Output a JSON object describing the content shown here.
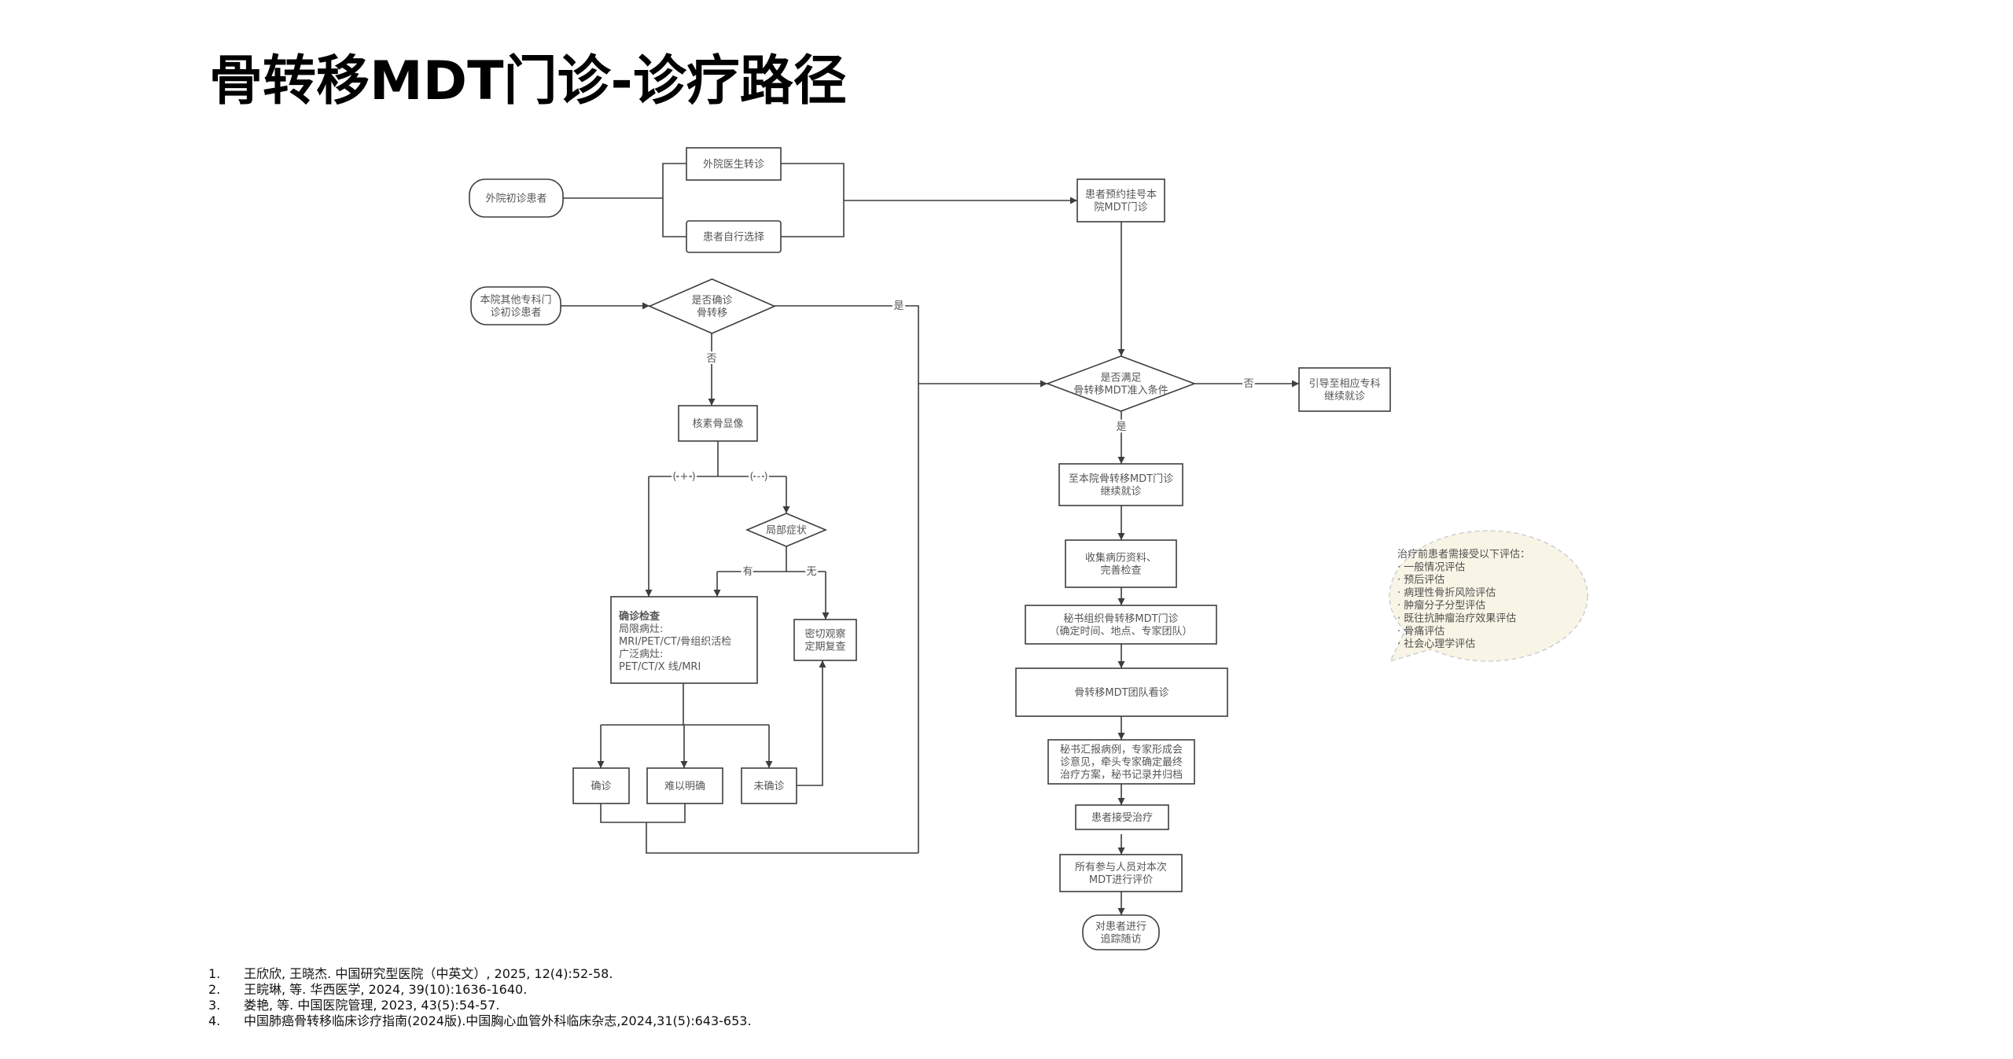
{
  "page": {
    "title": "骨转移MDT门诊-诊疗路径"
  },
  "colors": {
    "stroke": "#3d3d3d",
    "node_text": "#555555",
    "callout_fill": "#f8f5e6",
    "callout_border": "#c8c8c8",
    "title": "#000000"
  },
  "flowchart": {
    "nodes": {
      "external_patient": {
        "lines": [
          "外院初诊患者"
        ]
      },
      "external_referral": {
        "lines": [
          "外院医生转诊"
        ]
      },
      "self_choice": {
        "lines": [
          "患者自行选择"
        ]
      },
      "book_mdt": {
        "lines": [
          "患者预约挂号本",
          "院MDT门诊"
        ]
      },
      "internal_patient": {
        "lines": [
          "本院其他专科门",
          "诊初诊患者"
        ]
      },
      "confirm_bone_met": {
        "lines": [
          "是否确诊",
          "骨转移"
        ]
      },
      "bone_scan": {
        "lines": [
          "核素骨显像"
        ]
      },
      "local_symptoms": {
        "lines": [
          "局部症状"
        ]
      },
      "diagnostic_exam": {
        "lines": [
          "确诊检查",
          "局限病灶:",
          "MRI/PET/CT/骨组织活检",
          "广泛病灶:",
          "PET/CT/X 线/MRI"
        ]
      },
      "close_observation": {
        "lines": [
          "密切观察",
          "定期复查"
        ]
      },
      "confirmed": {
        "lines": [
          "确诊"
        ]
      },
      "uncertain": {
        "lines": [
          "难以明确"
        ]
      },
      "not_confirmed": {
        "lines": [
          "未确诊"
        ]
      },
      "meet_criteria": {
        "lines": [
          "是否满足",
          "骨转移MDT准入条件"
        ]
      },
      "refer_specialty": {
        "lines": [
          "引导至相应专科",
          "继续就诊"
        ]
      },
      "continue_mdt": {
        "lines": [
          "至本院骨转移MDT门诊",
          "继续就诊"
        ]
      },
      "collect_records": {
        "lines": [
          "收集病历资料、",
          "完善检查"
        ]
      },
      "secretary_organize": {
        "lines": [
          "秘书组织骨转移MDT门诊",
          "（确定时间、地点、专家团队）"
        ]
      },
      "team_consult": {
        "lines": [
          "骨转移MDT团队看诊"
        ]
      },
      "case_report": {
        "lines": [
          "秘书汇报病例，专家形成会",
          "诊意见，牵头专家确定最终",
          "治疗方案，秘书记录并归档"
        ]
      },
      "receive_treatment": {
        "lines": [
          "患者接受治疗"
        ]
      },
      "evaluate_mdt": {
        "lines": [
          "所有参与人员对本次",
          "MDT进行评价"
        ]
      },
      "follow_up": {
        "lines": [
          "对患者进行",
          "追踪随访"
        ]
      }
    },
    "edge_labels": {
      "confirm_yes": "是",
      "confirm_no": "否",
      "scan_positive": "( + )",
      "scan_negative": "( - )",
      "symptoms_yes": "有",
      "symptoms_no": "无",
      "criteria_no": "否",
      "criteria_yes": "是"
    }
  },
  "callout": {
    "title": "治疗前患者需接受以下评估：",
    "items": [
      "· 一般情况评估",
      "· 预后评估",
      "· 病理性骨折风险评估",
      "· 肿瘤分子分型评估",
      "· 既往抗肿瘤治疗效果评估",
      "· 骨痛评估",
      "· 社会心理学评估"
    ]
  },
  "references": [
    {
      "num": "1.",
      "text": "王欣欣, 王晓杰. 中国研究型医院（中英文）, 2025, 12(4):52-58."
    },
    {
      "num": "2.",
      "text": "王睆琳, 等. 华西医学, 2024, 39(10):1636-1640."
    },
    {
      "num": "3.",
      "text": "娄艳, 等. 中国医院管理, 2023, 43(5):54-57."
    },
    {
      "num": "4.",
      "text": "中国肺癌骨转移临床诊疗指南(2024版).中国胸心血管外科临床杂志,2024,31(5):643-653."
    }
  ]
}
